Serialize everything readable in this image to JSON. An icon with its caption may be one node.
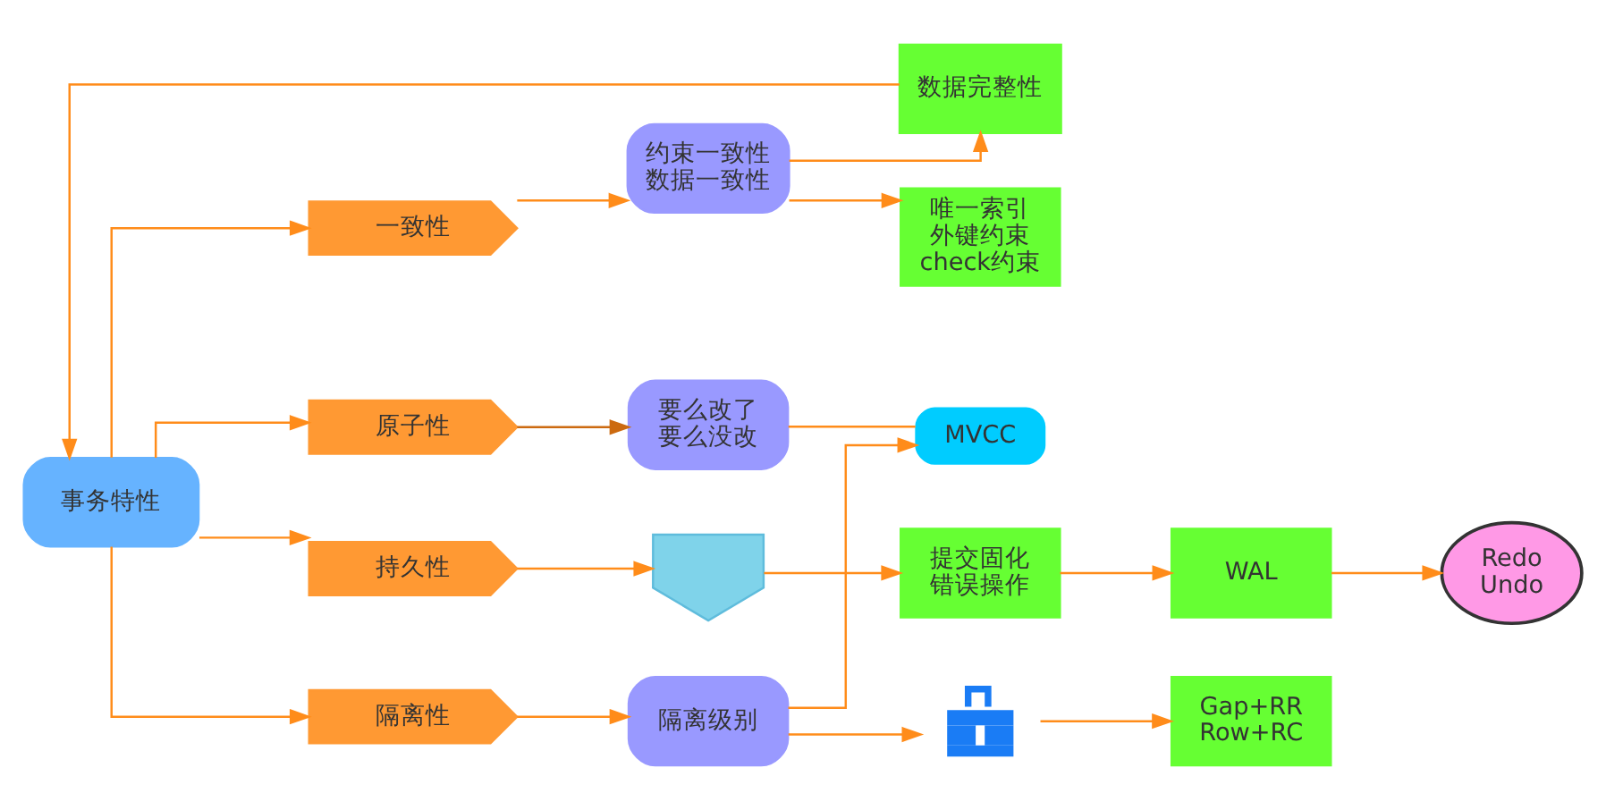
{
  "diagram": {
    "nodes": [
      {
        "text": [
          "事务特性"
        ]
      },
      {
        "text": [
          "一致性"
        ]
      },
      {
        "text": [
          "原子性"
        ]
      },
      {
        "text": [
          "持久性"
        ]
      },
      {
        "text": [
          "隔离性"
        ]
      },
      {
        "text": [
          "约束一致性",
          "数据一致性"
        ]
      },
      {
        "text": [
          "要么改了",
          "要么没改"
        ]
      },
      {
        "text": [],
        "shape": "picture"
      },
      {
        "text": [
          "隔离级别"
        ]
      },
      {
        "text": [
          "数据完整性"
        ]
      },
      {
        "text": [
          "唯一索引",
          "外键约束",
          "check约束"
        ]
      },
      {
        "text": [
          "提交固化",
          "错误操作"
        ]
      },
      {
        "text": [
          "MVCC"
        ]
      },
      {
        "text": [],
        "shape": "picture"
      },
      {
        "text": [
          "WAL"
        ]
      },
      {
        "text": [
          "Gap+RR",
          "Row+RC"
        ]
      },
      {
        "text": [
          "Redo",
          "Undo"
        ]
      }
    ],
    "edges": [
      {
        "from": 0,
        "to": 1,
        "arrow": "to"
      },
      {
        "from": 0,
        "to": 2,
        "arrow": "to"
      },
      {
        "from": 0,
        "to": 3,
        "arrow": "to"
      },
      {
        "from": 0,
        "to": 4,
        "arrow": "to"
      },
      {
        "from": 1,
        "to": 5,
        "arrow": "to"
      },
      {
        "from": 5,
        "to": 9,
        "arrow": "to"
      },
      {
        "from": 5,
        "to": 10,
        "arrow": "to"
      },
      {
        "from": 9,
        "to": 0,
        "arrow": "to"
      },
      {
        "from": 2,
        "to": 6,
        "arrow": "to",
        "color": "#cc6a10"
      },
      {
        "from": 6,
        "to": 12,
        "arrow": "none"
      },
      {
        "from": 3,
        "to": 7,
        "arrow": "to"
      },
      {
        "from": 7,
        "to": 11,
        "arrow": "to"
      },
      {
        "from": 11,
        "to": 14,
        "arrow": "to"
      },
      {
        "from": 14,
        "to": 16,
        "arrow": "to"
      },
      {
        "from": 4,
        "to": 8,
        "arrow": "to"
      },
      {
        "from": 8,
        "to": 12,
        "arrow": "to"
      },
      {
        "from": 8,
        "to": 13,
        "arrow": "to"
      },
      {
        "from": 13,
        "to": 15,
        "arrow": "to"
      }
    ]
  }
}
